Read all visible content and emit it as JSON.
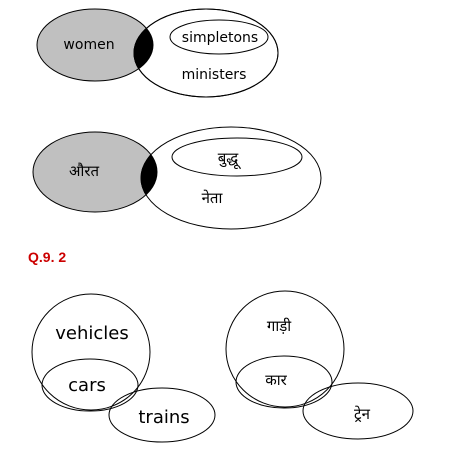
{
  "colors": {
    "outline": "#000000",
    "shaded_region": "#c0c0c0",
    "overlap_region": "#000000",
    "question_label": "#cc0000",
    "background": "#ffffff"
  },
  "diagram_english_1": {
    "sets": {
      "women": "women",
      "simpletons": "simpletons",
      "ministers": "ministers"
    }
  },
  "diagram_hindi_1": {
    "sets": {
      "women": "औरत",
      "simpletons": "बुद्धू",
      "ministers": "नेता"
    }
  },
  "question": {
    "label": "Q.9. 2"
  },
  "diagram_english_2": {
    "sets": {
      "vehicles": "vehicles",
      "cars": "cars",
      "trains": "trains"
    }
  },
  "diagram_hindi_2": {
    "sets": {
      "vehicles": "गाड़ी",
      "cars": "कार",
      "trains": "ट्रेन"
    }
  }
}
